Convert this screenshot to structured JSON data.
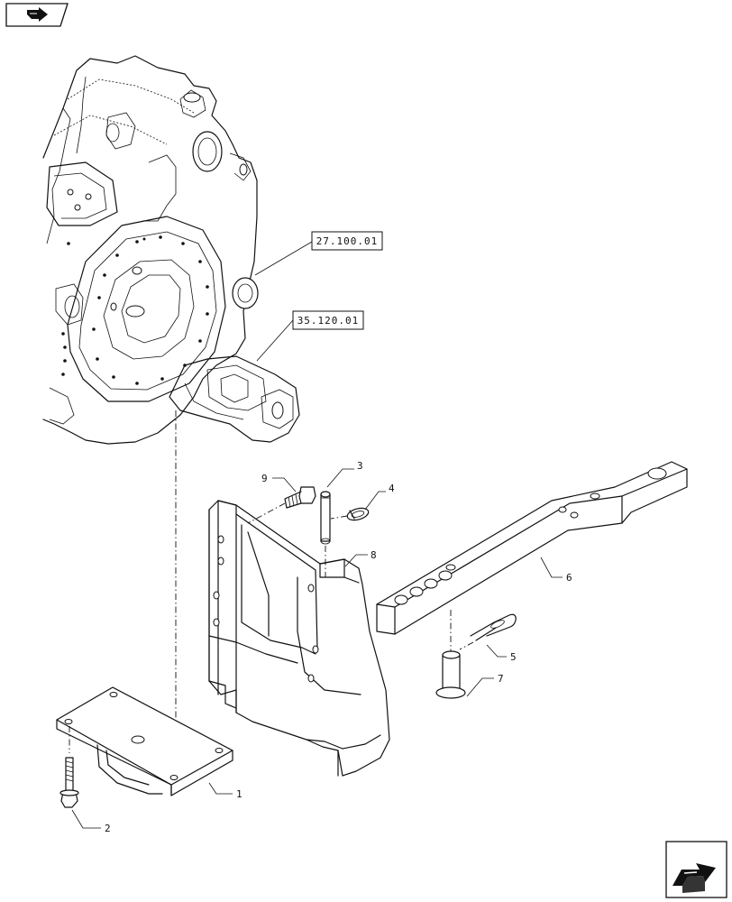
{
  "navigation": {
    "prev_icon": "arrow-right-icon",
    "next_icon": "arrow-next-page-icon"
  },
  "references": [
    {
      "id": "ref-1",
      "label": "27.100.01"
    },
    {
      "id": "ref-2",
      "label": "35.120.01"
    }
  ],
  "callouts": [
    {
      "id": "1",
      "label": "1"
    },
    {
      "id": "2",
      "label": "2"
    },
    {
      "id": "3",
      "label": "3"
    },
    {
      "id": "4",
      "label": "4"
    },
    {
      "id": "5",
      "label": "5"
    },
    {
      "id": "6",
      "label": "6"
    },
    {
      "id": "7",
      "label": "7"
    },
    {
      "id": "8",
      "label": "8"
    },
    {
      "id": "9",
      "label": "9"
    }
  ]
}
